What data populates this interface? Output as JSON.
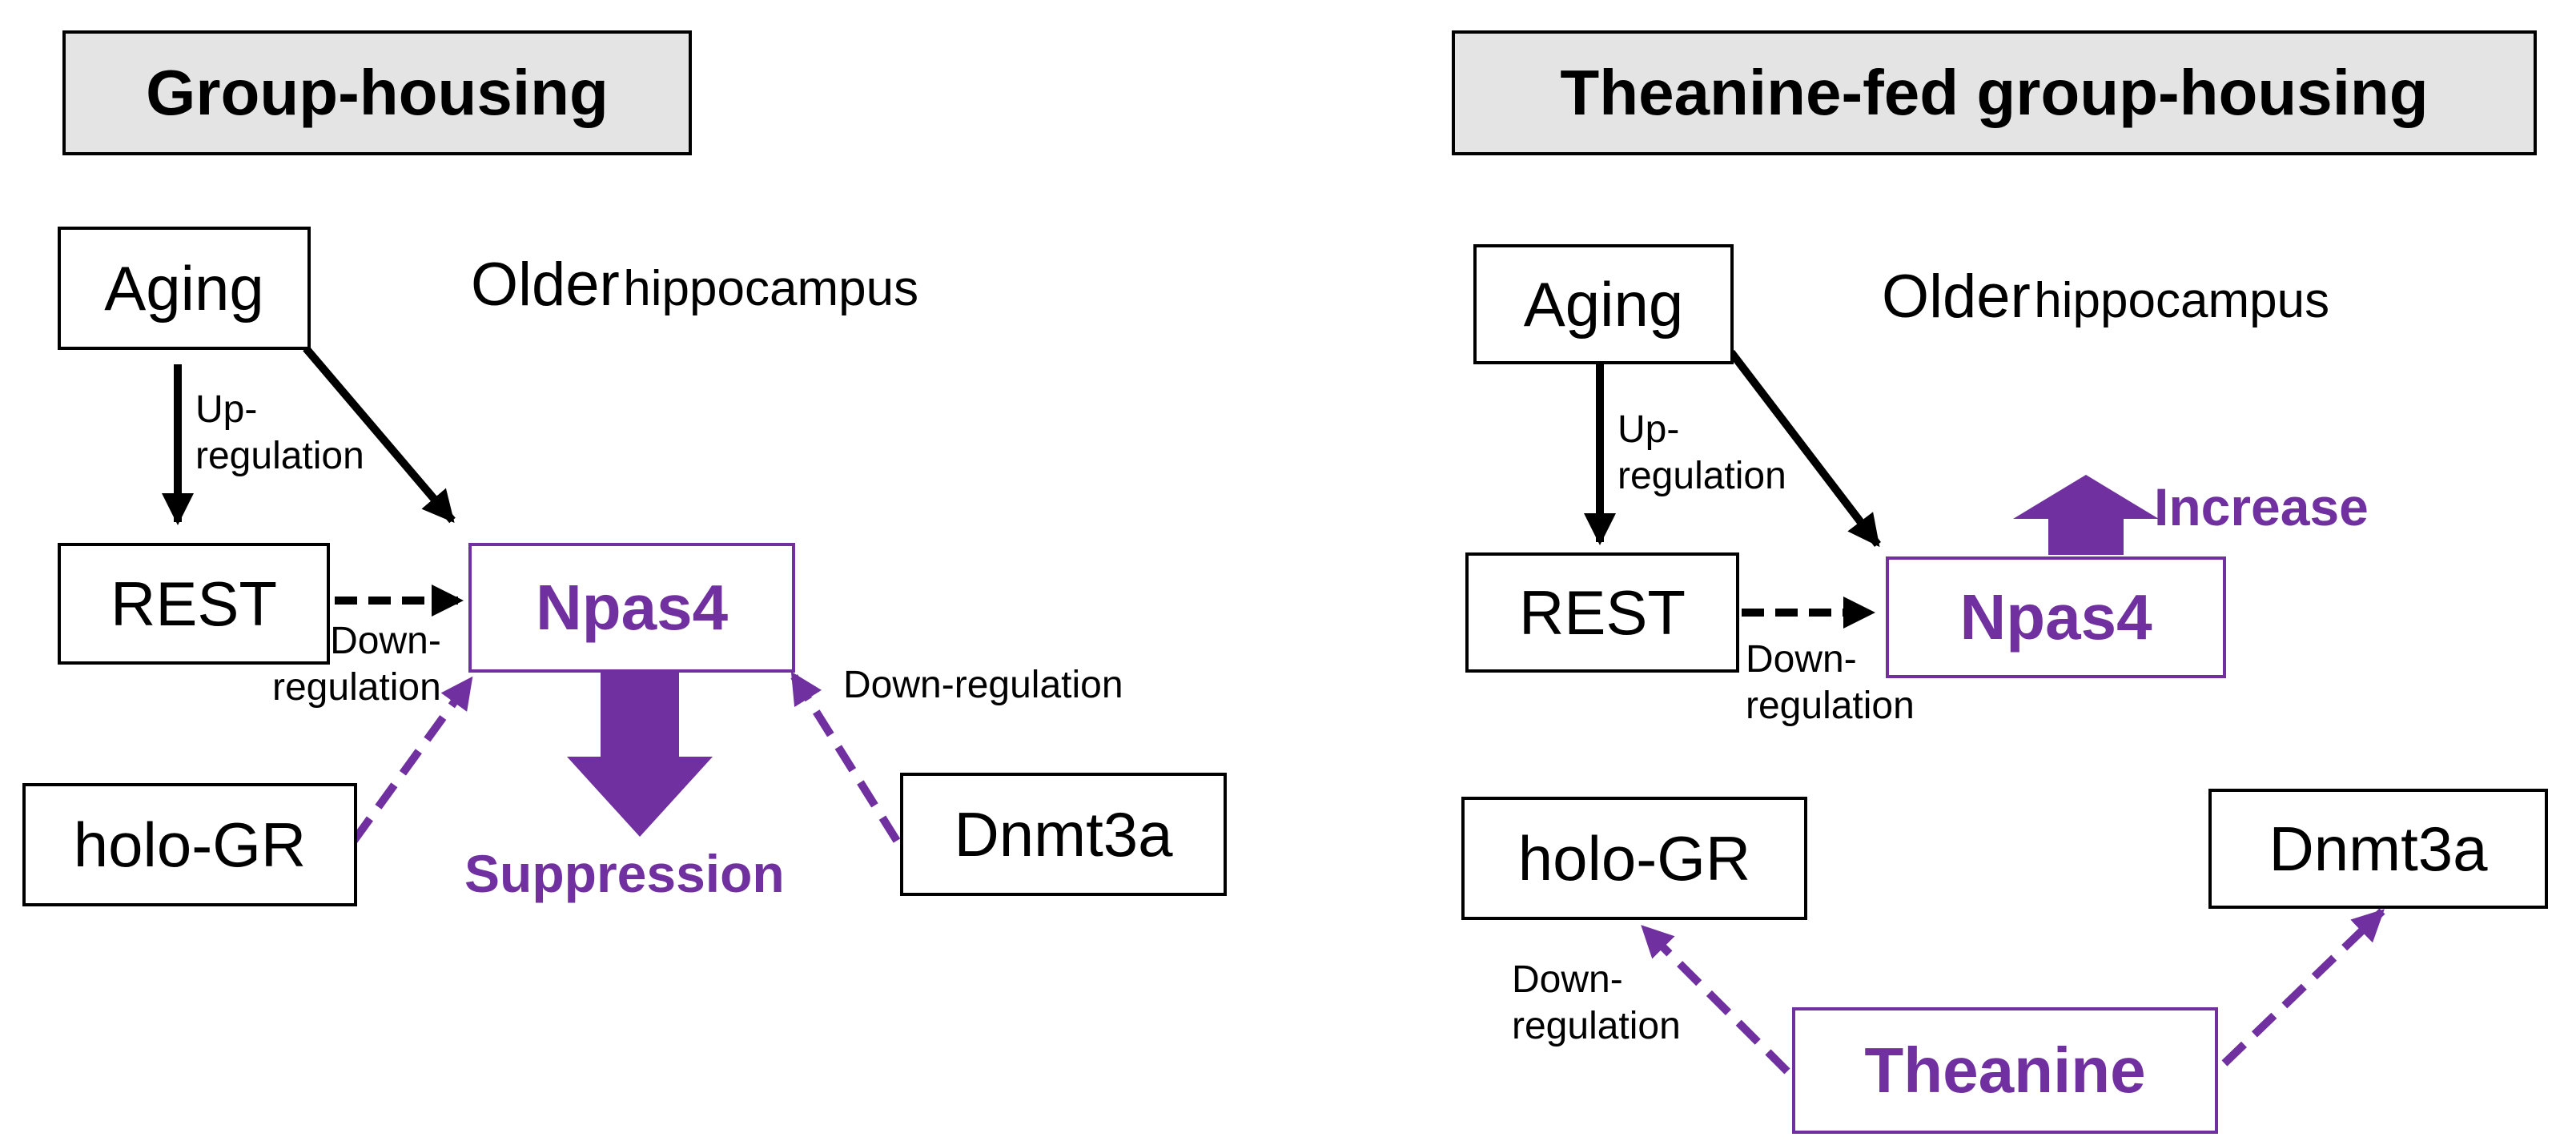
{
  "colors": {
    "accent": "#7030a0",
    "title_bg": "#e4e4e4",
    "line": "#000000"
  },
  "left_panel": {
    "title": "Group-housing",
    "region_main": "Older",
    "region_sub": "hippocampus",
    "nodes": {
      "aging": "Aging",
      "rest": "REST",
      "npas4": "Npas4",
      "holo_gr": "holo-GR",
      "dnmt3a": "Dnmt3a"
    },
    "labels": {
      "upregulation": "Up-\nregulation",
      "rest_downregulation": "Down-\nregulation",
      "dnmt3a_downregulation": "Down-regulation",
      "effect": "Suppression"
    }
  },
  "right_panel": {
    "title": "Theanine-fed group-housing",
    "region_main": "Older",
    "region_sub": "hippocampus",
    "nodes": {
      "aging": "Aging",
      "rest": "REST",
      "npas4": "Npas4",
      "holo_gr": "holo-GR",
      "dnmt3a": "Dnmt3a",
      "theanine": "Theanine"
    },
    "labels": {
      "upregulation": "Up-\nregulation",
      "rest_downregulation": "Down-\nregulation",
      "theanine_downregulation": "Down-\nregulation",
      "effect": "Increase"
    }
  }
}
